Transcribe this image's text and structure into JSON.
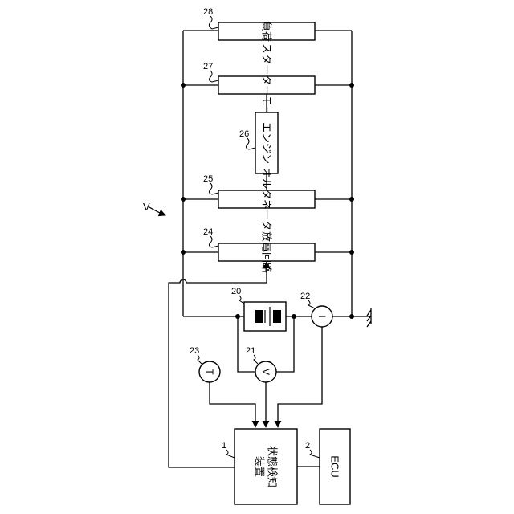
{
  "figure_label": "V",
  "components": {
    "load": {
      "ref": "28",
      "label": "負荷"
    },
    "starter": {
      "ref": "27",
      "label": "スターターモータ"
    },
    "engine": {
      "ref": "26",
      "label": "エンジン"
    },
    "alternator": {
      "ref": "25",
      "label": "オルタネータ"
    },
    "discharge": {
      "ref": "24",
      "label": "放電回路"
    },
    "battery": {
      "ref": "20"
    },
    "voltmeter": {
      "ref": "21",
      "symbol": "V"
    },
    "ammeter": {
      "ref": "22",
      "symbol": "I"
    },
    "thermometer": {
      "ref": "23",
      "symbol": "T"
    },
    "detector": {
      "ref": "1",
      "label_line1": "状態検知",
      "label_line2": "装置"
    },
    "ecu": {
      "ref": "2",
      "label": "ECU"
    }
  }
}
